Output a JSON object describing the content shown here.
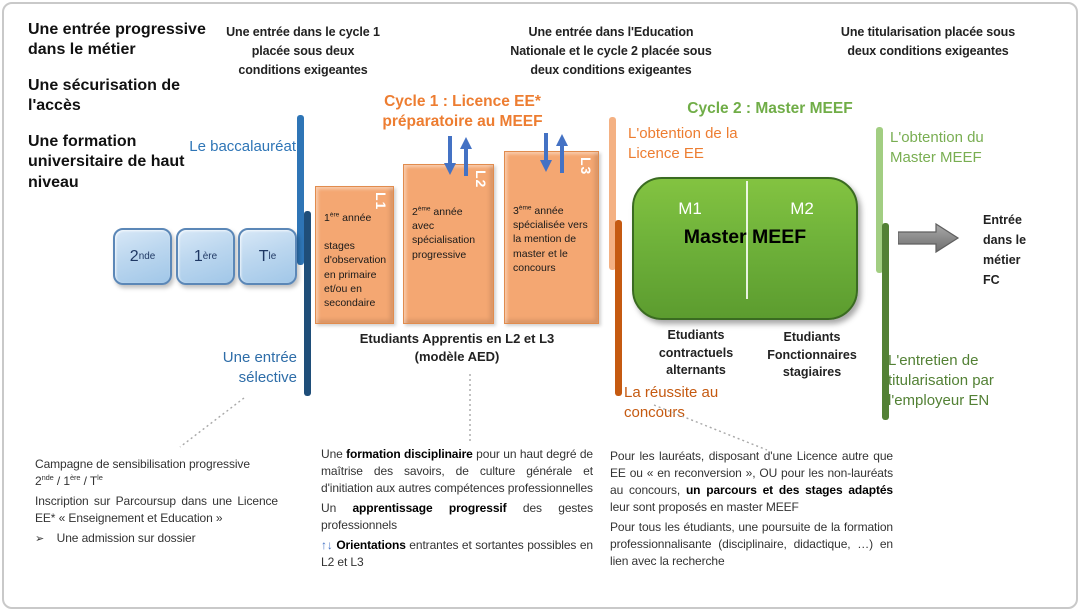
{
  "principles": [
    "Une entrée progressive dans le métier",
    "Une sécurisation de l'accès",
    "Une formation universitaire de haut niveau"
  ],
  "conditions": {
    "cycle1": "Une entrée dans le cycle 1 placée sous deux conditions exigeantes",
    "cycle2": "Une entrée dans l'Education Nationale et le cycle 2 placée sous deux conditions exigeantes",
    "titularisation": "Une titularisation placée sous deux conditions exigeantes"
  },
  "cycle1": {
    "title": "Cycle 1 : Licence EE* préparatoire au MEEF"
  },
  "cycle2": {
    "title": "Cycle 2 : Master MEEF"
  },
  "milestones": {
    "baccalaureat": "Le baccalauréat",
    "entree_selective": "Une entrée sélective",
    "obtention_licence": "L'obtention de la Licence EE",
    "reussite_concours": "La réussite au concours",
    "obtention_master": "L'obtention du Master MEEF",
    "entretien_titularisation": "L'entretien de titularisation par l'employeur EN"
  },
  "lycee": {
    "grades": [
      {
        "segments": [
          {
            "t": "2"
          },
          {
            "t": "nde",
            "sup": true
          }
        ]
      },
      {
        "segments": [
          {
            "t": "1"
          },
          {
            "t": "ère",
            "sup": true
          }
        ]
      },
      {
        "segments": [
          {
            "t": "T"
          },
          {
            "t": "le",
            "sup": true
          }
        ]
      }
    ]
  },
  "licence": {
    "boxes": [
      {
        "label": "L1",
        "line1": [
          {
            "t": "1"
          },
          {
            "t": "ère",
            "sup": true
          },
          {
            "t": " année"
          }
        ],
        "line2": [
          {
            "t": "stages d'observation en primaire et/ou en secondaire"
          }
        ]
      },
      {
        "label": "L2",
        "line1": [
          {
            "t": "2"
          },
          {
            "t": "ème",
            "sup": true
          },
          {
            "t": " année avec spécialisation progressive"
          }
        ]
      },
      {
        "label": "L3",
        "line1": [
          {
            "t": "3"
          },
          {
            "t": "ème",
            "sup": true
          },
          {
            "t": " année spécialisée vers la mention de master et le concours"
          }
        ]
      }
    ],
    "apprentis": "Etudiants Apprentis en L2 et L3",
    "apprentis_note": "(modèle AED)"
  },
  "master": {
    "m1": "M1",
    "m2": "M2",
    "title": "Master MEEF",
    "contractuels": "Etudiants contractuels alternants",
    "fonctionnaires": "Etudiants Fonctionnaires stagiaires"
  },
  "entry": {
    "label": "Entrée\ndans le\nmétier\nFC"
  },
  "notes": {
    "lycee": [
      [
        {
          "t": "Campagne de sensibilisation progressive"
        },
        {
          "br": true
        },
        {
          "t": "2"
        },
        {
          "t": "nde",
          "sup": true
        },
        {
          "t": " / 1"
        },
        {
          "t": "ère",
          "sup": true
        },
        {
          "t": " / T"
        },
        {
          "t": "le",
          "sup": true
        }
      ],
      [
        {
          "t": "Inscription sur Parcoursup dans une Licence EE* « Enseignement et Education »"
        }
      ],
      [
        {
          "t": "➢",
          "c": "bullet"
        },
        {
          "t": "  Une admission sur dossier"
        }
      ]
    ],
    "licence": [
      [
        {
          "t": "Une "
        },
        {
          "t": "formation disciplinaire",
          "b": true
        },
        {
          "t": " pour un haut degré de maîtrise des savoirs, de culture générale et d'initiation aux autres compétences professionnelles"
        }
      ],
      [
        {
          "t": "Un "
        },
        {
          "t": "apprentissage progressif",
          "b": true
        },
        {
          "t": " des gestes professionnels"
        }
      ],
      [
        {
          "t": "↑",
          "c": "blue"
        },
        {
          "t": "↓ ",
          "c": "blue"
        },
        {
          "t": "Orientations",
          "b": true
        },
        {
          "t": " entrantes et sortantes possibles en L2 et L3"
        }
      ]
    ],
    "master": [
      [
        {
          "t": "Pour les lauréats, disposant d'une Licence autre que EE ou « en reconversion », OU pour les non-lauréats au concours, "
        },
        {
          "t": "un parcours et des stages adaptés",
          "b": true
        },
        {
          "t": " leur sont proposés en master MEEF"
        }
      ],
      [
        {
          "t": "Pour tous les étudiants, une poursuite de la formation professionnalisante (disciplinaire, didactique, …) en lien avec la recherche"
        }
      ]
    ]
  },
  "palette": {
    "blue": "#2E75B6",
    "dark_blue": "#1F4E79",
    "orange": "#ED7D31",
    "light_orange_bar": "#F4B183",
    "dark_orange": "#C55A11",
    "green": "#70AD47",
    "light_green_bar": "#A2CE82",
    "light_green_text": "#79AE52",
    "dark_green": "#538135",
    "arrow_blue": "#4472C4",
    "box_orange": "#F4A772",
    "box_blue": "#BCD7EF",
    "box_green": "#6FB23A"
  }
}
